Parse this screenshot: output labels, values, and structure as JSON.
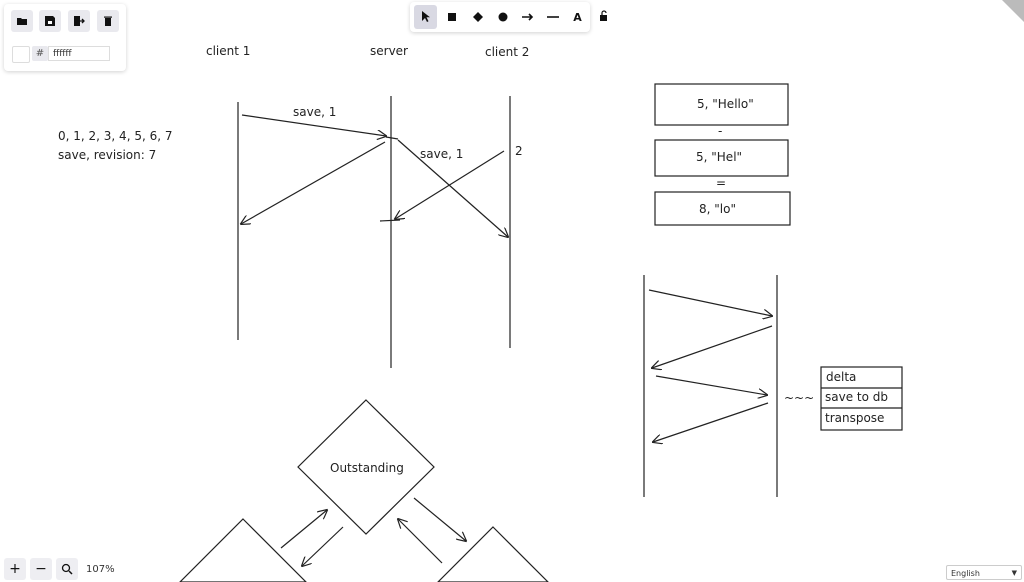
{
  "toolbar": {
    "open_title": "open",
    "save_title": "save",
    "export_title": "export",
    "clear_title": "clear",
    "hash_label": "#",
    "color_value": "ffffff",
    "text_tool_label": "A"
  },
  "zoom": {
    "level_text": "107%"
  },
  "language": {
    "selected": "English"
  },
  "icons": [
    "folder-open-icon",
    "save-icon",
    "export-icon",
    "trash-icon",
    "cursor-icon",
    "rectangle-icon",
    "diamond-icon",
    "ellipse-icon",
    "arrow-icon",
    "line-icon",
    "text-icon",
    "unlock-icon",
    "plus-icon",
    "minus-icon",
    "reset-zoom-icon"
  ],
  "canvas": {
    "client1": "client 1",
    "server": "server",
    "client2": "client 2",
    "save1_top": "save, 1",
    "save1_mid": "save, 1",
    "num_label": "2",
    "revisions_line": "0, 1, 2, 3, 4, 5, 6, 7",
    "save_revision": "save, revision: 7",
    "box_hello": "5, \"Hello\"",
    "minus_sign": "-",
    "box_hel": "5, \"Hel\"",
    "equals_sign": "=",
    "box_lo": "8, \"lo\"",
    "tilde": "~~~",
    "list_delta": "delta",
    "list_save": "save to db",
    "list_transpose": "transpose",
    "outstanding": "Outstanding"
  }
}
